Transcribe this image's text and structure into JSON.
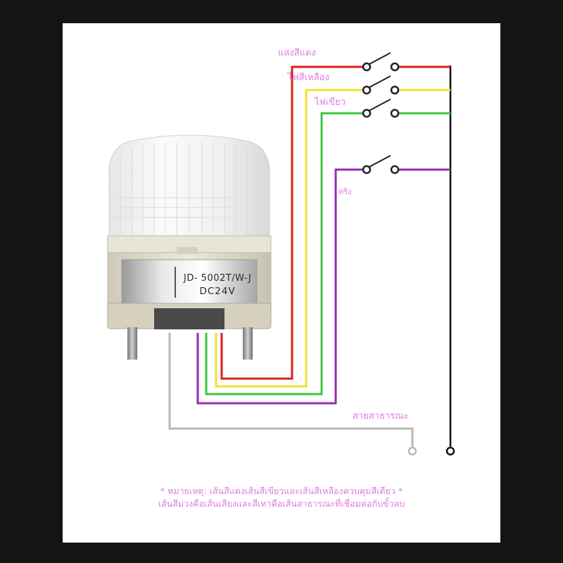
{
  "labels": {
    "red_light": "แสงสีแดง",
    "yellow_light": "ไฟสีเหลือง",
    "green_light": "ไฟเขียว",
    "buzzer": "ทริง",
    "common": "สายสาธารณะ"
  },
  "device": {
    "model": "JD- 5002T/W-J",
    "voltage": "DC24V"
  },
  "note": {
    "line1": "* หมายเหตุ: เส้นสีแดงเส้นสีเขียวและเส้นสีเหลืองควบคุมสีเดียว *",
    "line2": "เส้นสีม่วงคือเส้นเสียงและสีเทาคือเส้นสาธารณะที่เชื่อมต่อกับขั้วลบ"
  },
  "colors": {
    "red": "#e01b1b",
    "yellow": "#f2e030",
    "green": "#3cc43c",
    "purple": "#9a2ab8",
    "gray": "#b8b8b8",
    "black": "#111111",
    "label": "#e07ae0"
  }
}
